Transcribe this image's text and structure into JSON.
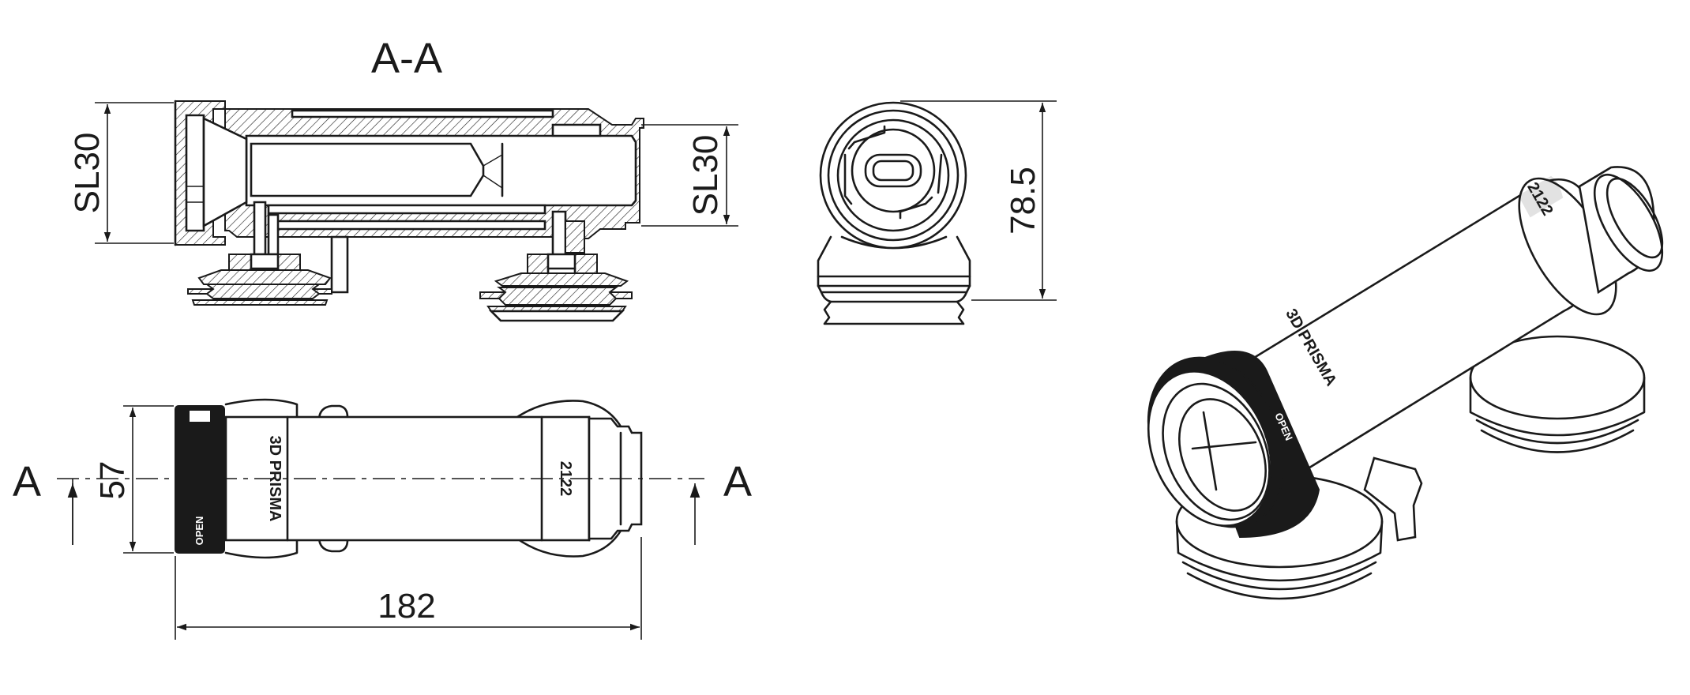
{
  "section_title": "A-A",
  "dimensions": {
    "sl_left": "SL30",
    "sl_right": "SL30",
    "height": "78.5",
    "width": "57",
    "length": "182"
  },
  "section_marker": {
    "left": "A",
    "right": "A"
  },
  "product_markings": {
    "brand": "3D PRISMA",
    "model": "2122",
    "lock_label": "OPEN"
  },
  "colors": {
    "line": "#1a1a1a",
    "background": "#ffffff"
  }
}
